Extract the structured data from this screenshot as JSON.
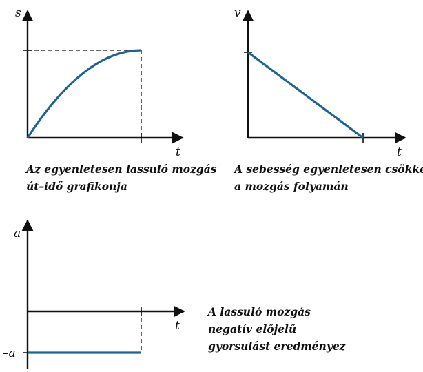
{
  "chart_data": [
    {
      "type": "line",
      "xlabel": "t",
      "ylabel": "s",
      "series": [
        {
          "values": [
            0,
            0.44,
            0.75,
            0.94,
            1.0
          ],
          "x": [
            0,
            0.25,
            0.5,
            0.75,
            1.0
          ],
          "shape": "decelerating-curve"
        }
      ],
      "reference": "horizontal dashed line at maximum s, vertical dashed line at end time",
      "caption": [
        "Az egyenletesen lassuló mozgás",
        "út–idő grafikonja"
      ]
    },
    {
      "type": "line",
      "xlabel": "t",
      "ylabel": "v",
      "series": [
        {
          "x": [
            0,
            1
          ],
          "values": [
            1,
            0
          ],
          "shape": "straight-decreasing"
        }
      ],
      "caption": [
        "A sebesség egyenletesen csökken",
        "a mozgás folyamán"
      ]
    },
    {
      "type": "line",
      "xlabel": "t",
      "ylabel": "a",
      "ytick_labels": [
        "–a"
      ],
      "series": [
        {
          "x": [
            0,
            1
          ],
          "values": [
            -1,
            -1
          ],
          "shape": "constant-negative"
        }
      ],
      "caption": [
        "A lassuló mozgás",
        "negatív előjelű",
        "gyorsulást eredményez"
      ]
    }
  ],
  "colors": {
    "curve": "#1f6391",
    "axis": "#111111"
  }
}
